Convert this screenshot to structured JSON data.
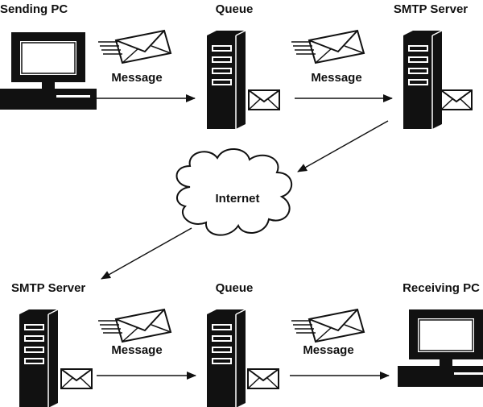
{
  "labels": {
    "sending_pc": "Sending PC",
    "queue_top": "Queue",
    "smtp_top": "SMTP Server",
    "internet": "Internet",
    "smtp_bottom": "SMTP Server",
    "queue_bottom": "Queue",
    "receiving_pc": "Receiving PC",
    "message": "Message"
  },
  "icons": {
    "computer": "desktop-computer-icon",
    "server": "server-tower-icon",
    "envelope": "envelope-icon",
    "cloud": "cloud-icon"
  },
  "colors": {
    "ink": "#111111",
    "background": "#ffffff"
  }
}
